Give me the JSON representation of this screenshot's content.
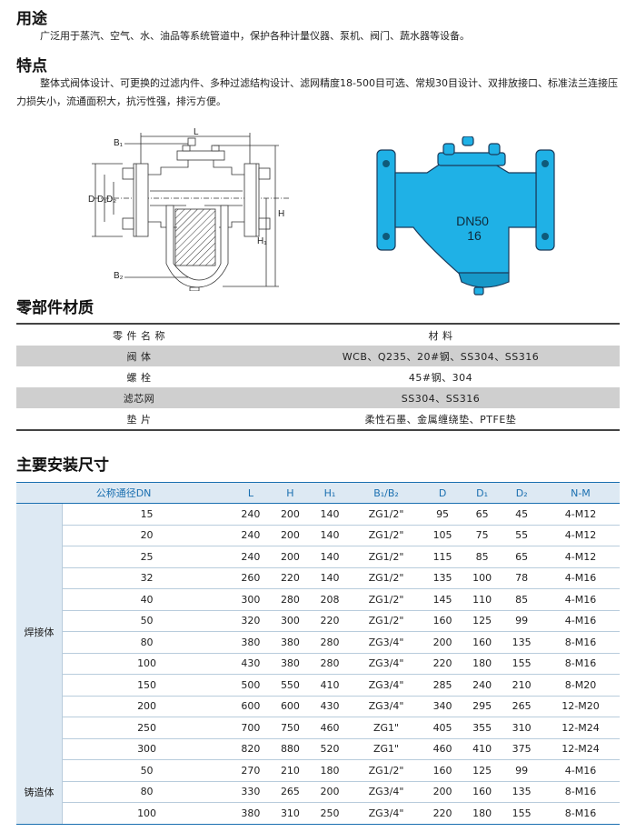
{
  "usage": {
    "title": "用途",
    "text": "广泛用于蒸汽、空气、水、油品等系统管道中，保护各种计量仪器、泵机、阀门、蔬水器等设备。"
  },
  "features": {
    "title": "特点",
    "text": "整体式阀体设计、可更换的过滤内件、多种过滤结构设计、滤网精度18-500目可选、常规30目设计、双排放接口、标准法兰连接压力损失小，流通面积大，抗污性强，排污方便。"
  },
  "drawing": {
    "labels": {
      "L": "L",
      "B1": "B₁",
      "B2": "B₂",
      "D": "D",
      "D1": "D₁",
      "D2": "D₂",
      "H": "H",
      "H1": "H₁"
    },
    "product_marking": {
      "size": "DN50",
      "pressure": "16"
    },
    "colors": {
      "body": "#1fb1e6",
      "outline": "#1a3a5a"
    }
  },
  "materials": {
    "title": "零部件材质",
    "header": [
      "零 件 名 称",
      "材 料"
    ],
    "rows": [
      [
        "阀 体",
        "WCB、Q235、20#钢、SS304、SS316"
      ],
      [
        "螺 栓",
        "45#钢、304"
      ],
      [
        "滤芯网",
        "SS304、SS316"
      ],
      [
        "垫 片",
        "柔性石墨、金属缠绕垫、PTFE垫"
      ]
    ]
  },
  "dimensions": {
    "title": "主要安装尺寸",
    "header": [
      "公称通径DN",
      "L",
      "H",
      "H₁",
      "B₁/B₂",
      "D",
      "D₁",
      "D₂",
      "N-M"
    ],
    "groups": [
      {
        "name": "焊接体",
        "rows": [
          [
            "15",
            "240",
            "200",
            "140",
            "ZG1/2\"",
            "95",
            "65",
            "45",
            "4-M12"
          ],
          [
            "20",
            "240",
            "200",
            "140",
            "ZG1/2\"",
            "105",
            "75",
            "55",
            "4-M12"
          ],
          [
            "25",
            "240",
            "200",
            "140",
            "ZG1/2\"",
            "115",
            "85",
            "65",
            "4-M12"
          ],
          [
            "32",
            "260",
            "220",
            "140",
            "ZG1/2\"",
            "135",
            "100",
            "78",
            "4-M16"
          ],
          [
            "40",
            "300",
            "280",
            "208",
            "ZG1/2\"",
            "145",
            "110",
            "85",
            "4-M16"
          ],
          [
            "50",
            "320",
            "300",
            "220",
            "ZG1/2\"",
            "160",
            "125",
            "99",
            "4-M16"
          ],
          [
            "80",
            "380",
            "380",
            "280",
            "ZG3/4\"",
            "200",
            "160",
            "135",
            "8-M16"
          ],
          [
            "100",
            "430",
            "380",
            "280",
            "ZG3/4\"",
            "220",
            "180",
            "155",
            "8-M16"
          ],
          [
            "150",
            "500",
            "550",
            "410",
            "ZG3/4\"",
            "285",
            "240",
            "210",
            "8-M20"
          ],
          [
            "200",
            "600",
            "600",
            "430",
            "ZG3/4\"",
            "340",
            "295",
            "265",
            "12-M20"
          ],
          [
            "250",
            "700",
            "750",
            "460",
            "ZG1\"",
            "405",
            "355",
            "310",
            "12-M24"
          ],
          [
            "300",
            "820",
            "880",
            "520",
            "ZG1\"",
            "460",
            "410",
            "375",
            "12-M24"
          ]
        ]
      },
      {
        "name": "铸造体",
        "rows": [
          [
            "50",
            "270",
            "210",
            "180",
            "ZG1/2\"",
            "160",
            "125",
            "99",
            "4-M16"
          ],
          [
            "80",
            "330",
            "265",
            "200",
            "ZG3/4\"",
            "200",
            "160",
            "135",
            "8-M16"
          ],
          [
            "100",
            "380",
            "310",
            "250",
            "ZG3/4\"",
            "220",
            "180",
            "155",
            "8-M16"
          ]
        ]
      }
    ]
  }
}
